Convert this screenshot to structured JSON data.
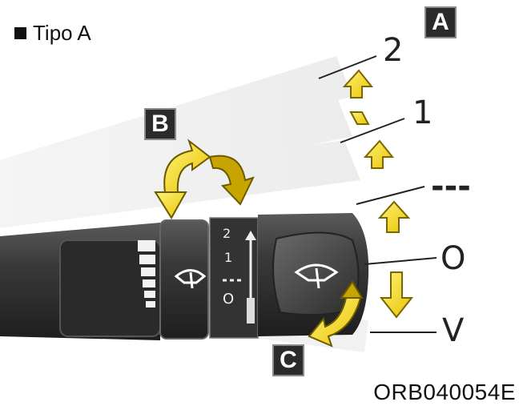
{
  "caption": "Tipo A",
  "figure_code": "ORB040054E",
  "callouts": {
    "a": "A",
    "b": "B",
    "c": "C"
  },
  "positions": {
    "p2": "2",
    "p1": "1",
    "int": "---",
    "off": "O",
    "mist": "V"
  },
  "lever_labels": {
    "l2": "2",
    "l1": "1",
    "lint": "- -",
    "loff": "O"
  },
  "colors": {
    "arrow": "#f2d300",
    "arrow_stroke": "#6b5a00",
    "lever": "#3a3a3a",
    "callout_bg": "#2b2b2b"
  }
}
